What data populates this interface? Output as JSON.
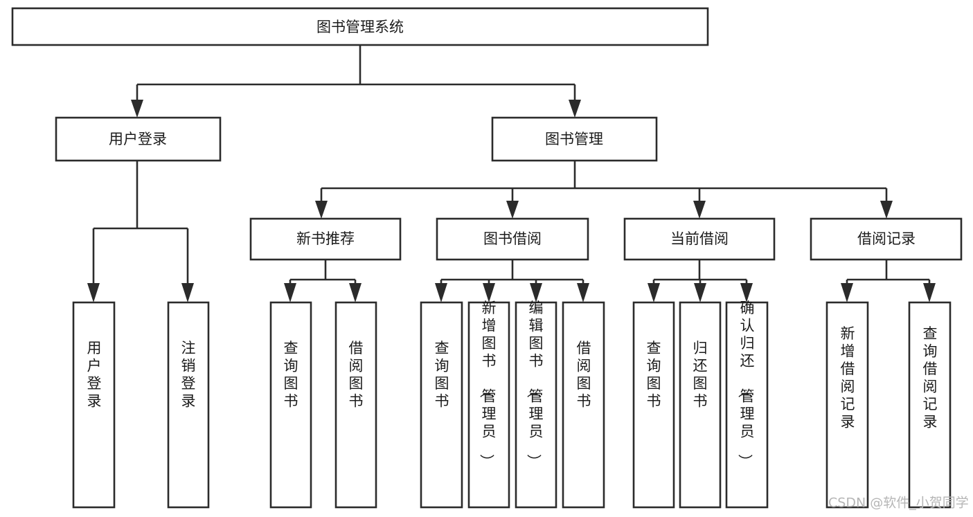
{
  "diagram": {
    "title": "图书管理系统",
    "type": "tree-hierarchy",
    "root": {
      "id": "root",
      "label": "图书管理系统"
    },
    "level2": [
      {
        "id": "user-login",
        "label": "用户登录"
      },
      {
        "id": "book-manage",
        "label": "图书管理"
      }
    ],
    "level3": [
      {
        "id": "new-book-rec",
        "label": "新书推荐",
        "parent": "book-manage"
      },
      {
        "id": "book-borrow",
        "label": "图书借阅",
        "parent": "book-manage"
      },
      {
        "id": "current-borrow",
        "label": "当前借阅",
        "parent": "book-manage"
      },
      {
        "id": "borrow-record",
        "label": "借阅记录",
        "parent": "book-manage"
      }
    ],
    "leaves": [
      {
        "id": "leaf-user-login",
        "label": "用户登录",
        "parent": "user-login"
      },
      {
        "id": "leaf-user-logout",
        "label": "注销登录",
        "parent": "user-login"
      },
      {
        "id": "leaf-rec-query",
        "label": "查询图书",
        "parent": "new-book-rec"
      },
      {
        "id": "leaf-rec-borrow",
        "label": "借阅图书",
        "parent": "new-book-rec"
      },
      {
        "id": "leaf-borrow-query",
        "label": "查询图书",
        "parent": "book-borrow"
      },
      {
        "id": "leaf-borrow-add",
        "label": "新增图书（管理员）",
        "parent": "book-borrow"
      },
      {
        "id": "leaf-borrow-edit",
        "label": "编辑图书（管理员）",
        "parent": "book-borrow"
      },
      {
        "id": "leaf-borrow-lend",
        "label": "借阅图书",
        "parent": "book-borrow"
      },
      {
        "id": "leaf-cur-query",
        "label": "查询图书",
        "parent": "current-borrow"
      },
      {
        "id": "leaf-cur-return",
        "label": "归还图书",
        "parent": "current-borrow"
      },
      {
        "id": "leaf-cur-confirm",
        "label": "确认归还（管理员）",
        "parent": "current-borrow"
      },
      {
        "id": "leaf-rec-add",
        "label": "新增借阅记录",
        "parent": "borrow-record"
      },
      {
        "id": "leaf-rec-query2",
        "label": "查询借阅记录",
        "parent": "borrow-record"
      }
    ],
    "watermark": "CSDN @软件_小贺同学",
    "colors": {
      "box_stroke": "#2b2b2b",
      "box_fill": "#ffffff",
      "text": "#1b1b1b",
      "watermark": "#b6b6b6",
      "background": "#ffffff"
    }
  }
}
